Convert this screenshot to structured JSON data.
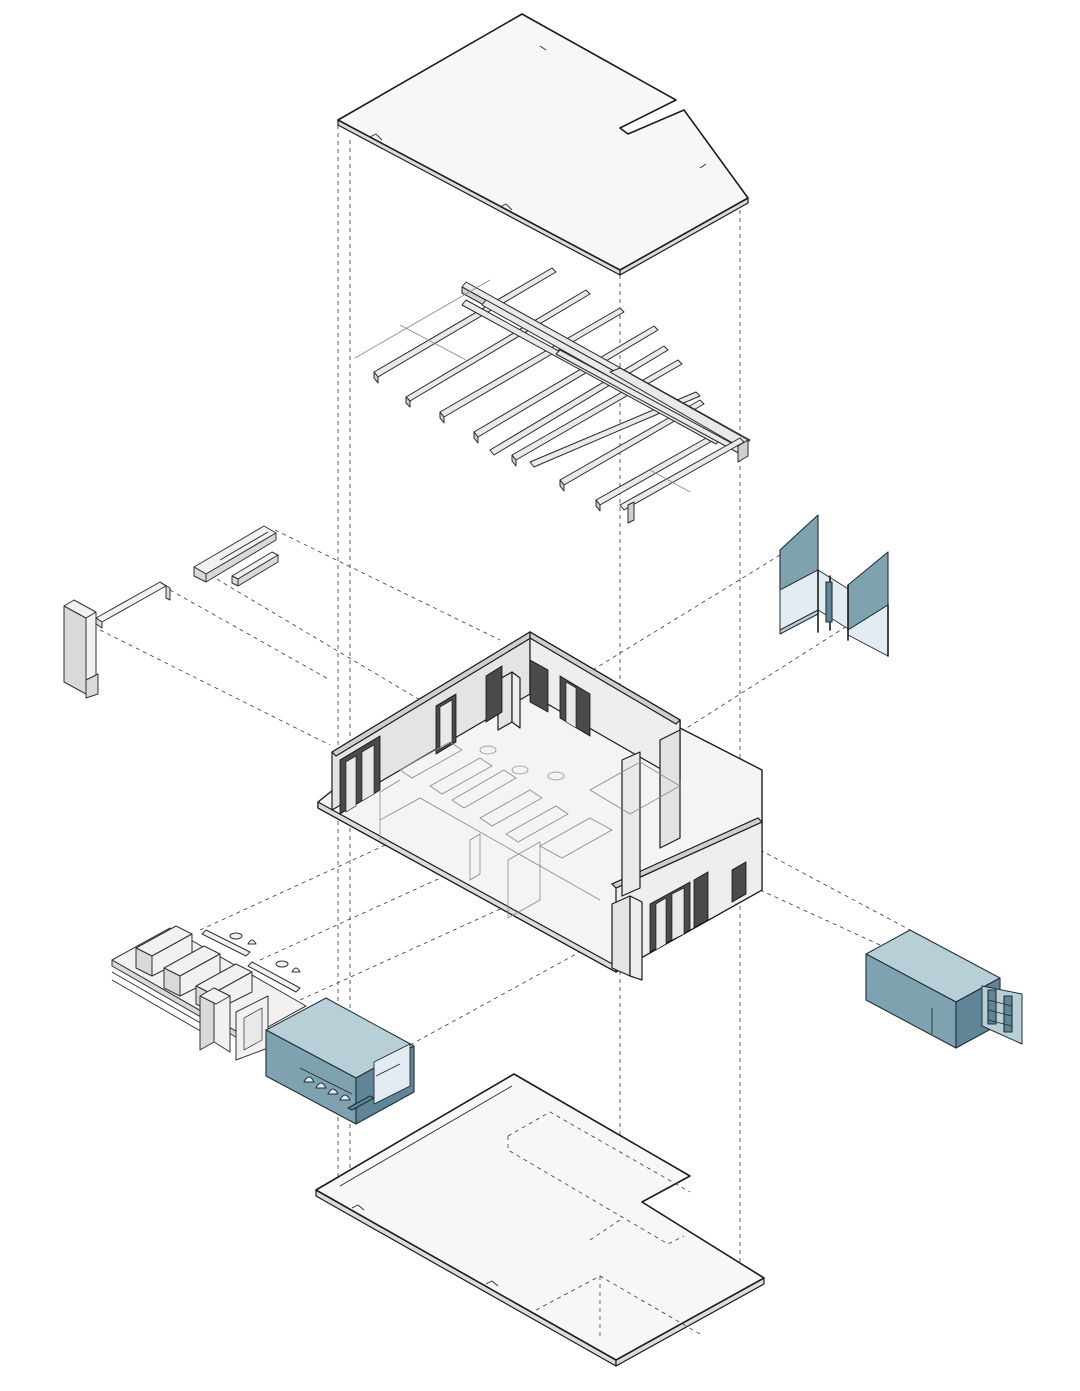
{
  "diagram": {
    "kind": "exploded-axonometric",
    "colors": {
      "line": "#1c1c1c",
      "slab": "#f7f7f7",
      "wall": "#e4e4e4",
      "glass_accent": "#7fa2b1",
      "background": "#ffffff"
    },
    "components": [
      "roof-slab",
      "ceiling-beam-frame",
      "main-space-volume",
      "glass-partition-module",
      "reception-desk",
      "bench-seating",
      "shelving-furniture-set",
      "glass-room-volume",
      "storage-box-volume",
      "ground-floor-slab"
    ]
  }
}
